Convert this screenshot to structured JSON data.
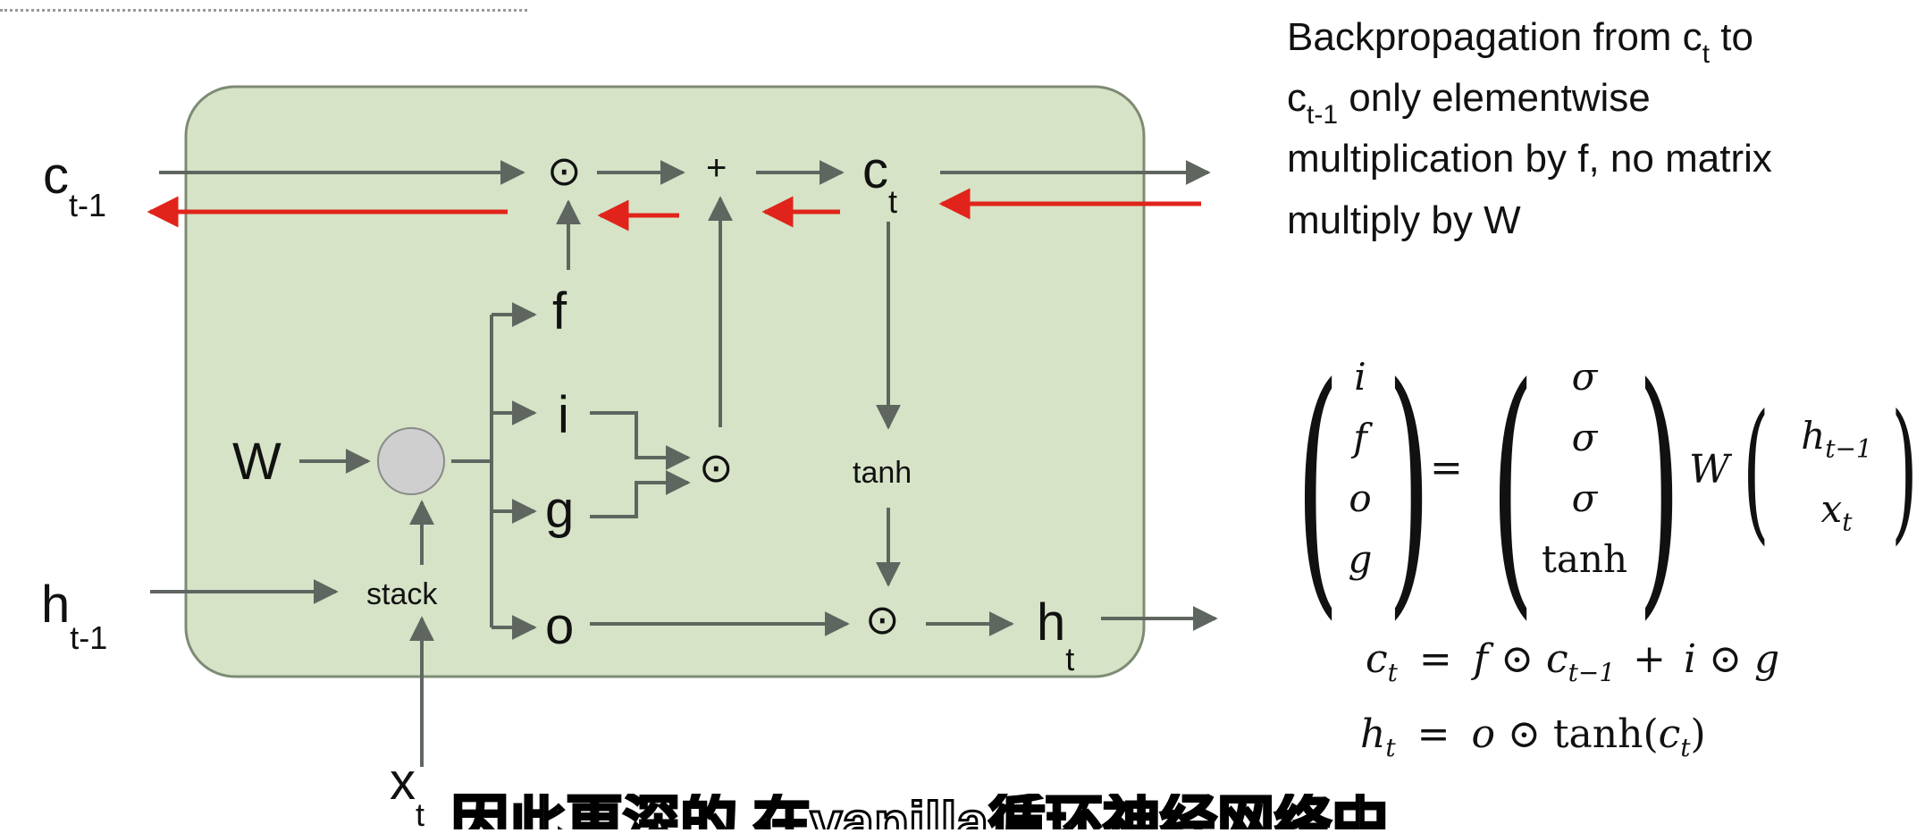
{
  "diagram": {
    "labels": {
      "c_prev": {
        "main": "c",
        "sub": "t-1"
      },
      "c_t": {
        "main": "c",
        "sub": "t"
      },
      "h_prev": {
        "main": "h",
        "sub": "t-1"
      },
      "h_t": {
        "main": "h",
        "sub": "t"
      },
      "x_t": {
        "main": "x",
        "sub": "t"
      },
      "W": "W",
      "f": "f",
      "i": "i",
      "g": "g",
      "o": "o",
      "stack": "stack",
      "tanh": "tanh",
      "plus": "+",
      "odot": "⊙"
    },
    "colors": {
      "cell_fill": "#d6e3c6",
      "cell_border": "#7d8b74",
      "arrow": "#5f6660",
      "backprop_arrow": "#e0241b",
      "node_fill": "#cfcfcf"
    }
  },
  "note": {
    "line1_pre": "Backpropagation from c",
    "line1_sub": "t",
    "line1_post": " to",
    "line2_pre": "c",
    "line2_sub": "t-1",
    "line2_post": " only elementwise",
    "line3": "multiplication by f, no matrix",
    "line4": "multiply by W"
  },
  "equations": {
    "vec_left": [
      "i",
      "f",
      "o",
      "g"
    ],
    "eq_sign": "=",
    "vec_acts": [
      "σ",
      "σ",
      "σ",
      "tanh"
    ],
    "W": "W",
    "vec_right": [
      "h",
      "x"
    ],
    "vec_right_subs": [
      "t−1",
      "t"
    ],
    "ct": {
      "lhs": "c",
      "lhs_sub": "t",
      "rhs": [
        "f",
        "⊙",
        "c",
        "t−1",
        "+",
        "i",
        "⊙",
        "g"
      ]
    },
    "ht": {
      "lhs": "h",
      "lhs_sub": "t",
      "rhs": [
        "o",
        "⊙",
        "tanh(",
        "c",
        "t",
        ")"
      ]
    }
  },
  "subtitle": "因此更深的 在vanilla循环神经网络中"
}
